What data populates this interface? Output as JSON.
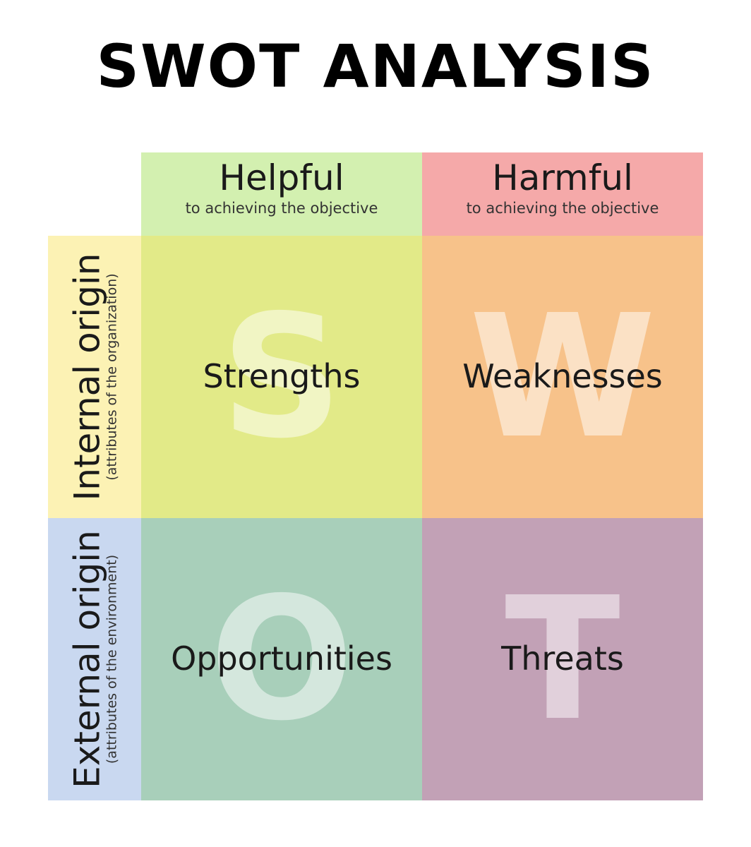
{
  "title": "SWOT ANALYSIS",
  "columns": [
    {
      "label": "Helpful",
      "sublabel": "to achieving the objective",
      "color": "#d3f0b0"
    },
    {
      "label": "Harmful",
      "sublabel": "to achieving the objective",
      "color": "#f5a9a9"
    }
  ],
  "rows": [
    {
      "label": "Internal origin",
      "sublabel": "(attributes of the organization)",
      "color": "#fcf2b4"
    },
    {
      "label": "External origin",
      "sublabel": "(attributes of the environment)",
      "color": "#c9d8f0"
    }
  ],
  "quadrants": [
    {
      "letter": "S",
      "label": "Strengths",
      "color": "#e2ea88"
    },
    {
      "letter": "W",
      "label": "Weaknesses",
      "color": "#f7c28a"
    },
    {
      "letter": "O",
      "label": "Opportunities",
      "color": "#a8cfba"
    },
    {
      "letter": "T",
      "label": "Threats",
      "color": "#c2a1b6"
    }
  ]
}
